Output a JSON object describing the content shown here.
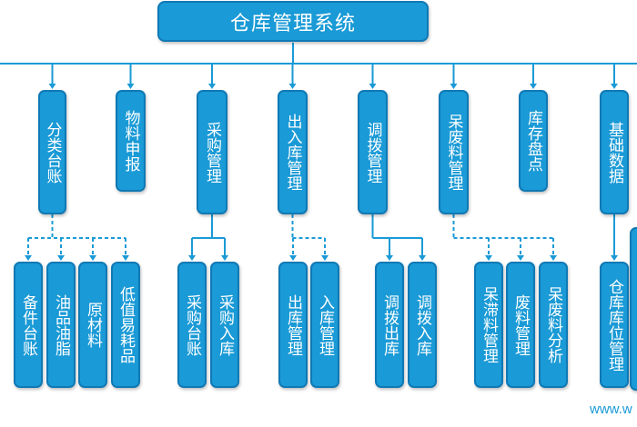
{
  "title": "仓库管理系统",
  "watermark": "www.w",
  "colors": {
    "box": "#1a9ad6",
    "border": "#0f79b5",
    "line": "#1a9ad6",
    "text": "#ffffff"
  },
  "modules": [
    {
      "label": "分类台账",
      "children": [
        "备件台账",
        "油品油脂",
        "原材料",
        "低值易耗品"
      ]
    },
    {
      "label": "物料申报",
      "children": []
    },
    {
      "label": "采购管理",
      "children": [
        "采购台账",
        "采购入库"
      ]
    },
    {
      "label": "出入库管理",
      "children": [
        "出库管理",
        "入库管理"
      ]
    },
    {
      "label": "调拨管理",
      "children": [
        "调拨出库",
        "调拨入库"
      ]
    },
    {
      "label": "呆废料管理",
      "children": [
        "呆滞料管理",
        "废料管理",
        "呆废料分析"
      ]
    },
    {
      "label": "库存盘点",
      "children": []
    },
    {
      "label": "基础数据",
      "children": [
        "仓库库位管理"
      ]
    }
  ]
}
